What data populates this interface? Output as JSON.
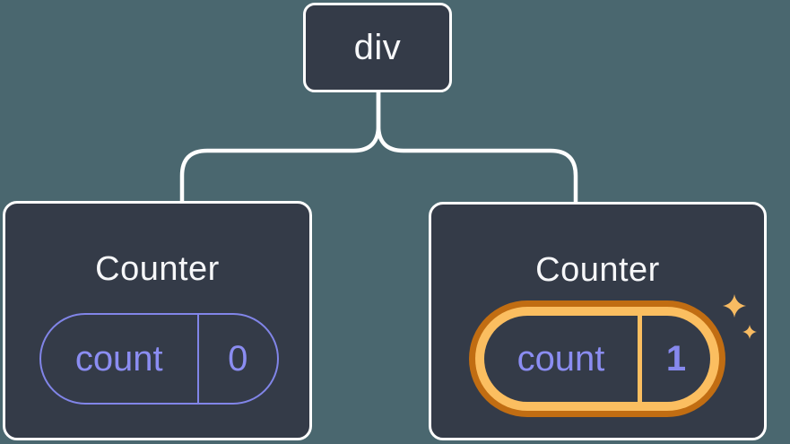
{
  "diagram": {
    "description": "React component tree showing state preservation: a div root with two Counter children, the second Counter's count state (value 1) is highlighted",
    "colors": {
      "background": "#4a676f",
      "node_fill": "#343b48",
      "node_border": "#ffffff",
      "connector": "#ffffff",
      "state_purple_border": "#8185e8",
      "state_purple_text": "#8b8df2",
      "highlight_orange_dark": "#c16d12",
      "highlight_orange_light": "#fbbe60",
      "sparkle": "#f8bb62"
    },
    "root": {
      "label": "div"
    },
    "children": [
      {
        "title": "Counter",
        "state": {
          "key": "count",
          "value": "0"
        },
        "highlighted": false
      },
      {
        "title": "Counter",
        "state": {
          "key": "count",
          "value": "1"
        },
        "highlighted": true
      }
    ]
  }
}
